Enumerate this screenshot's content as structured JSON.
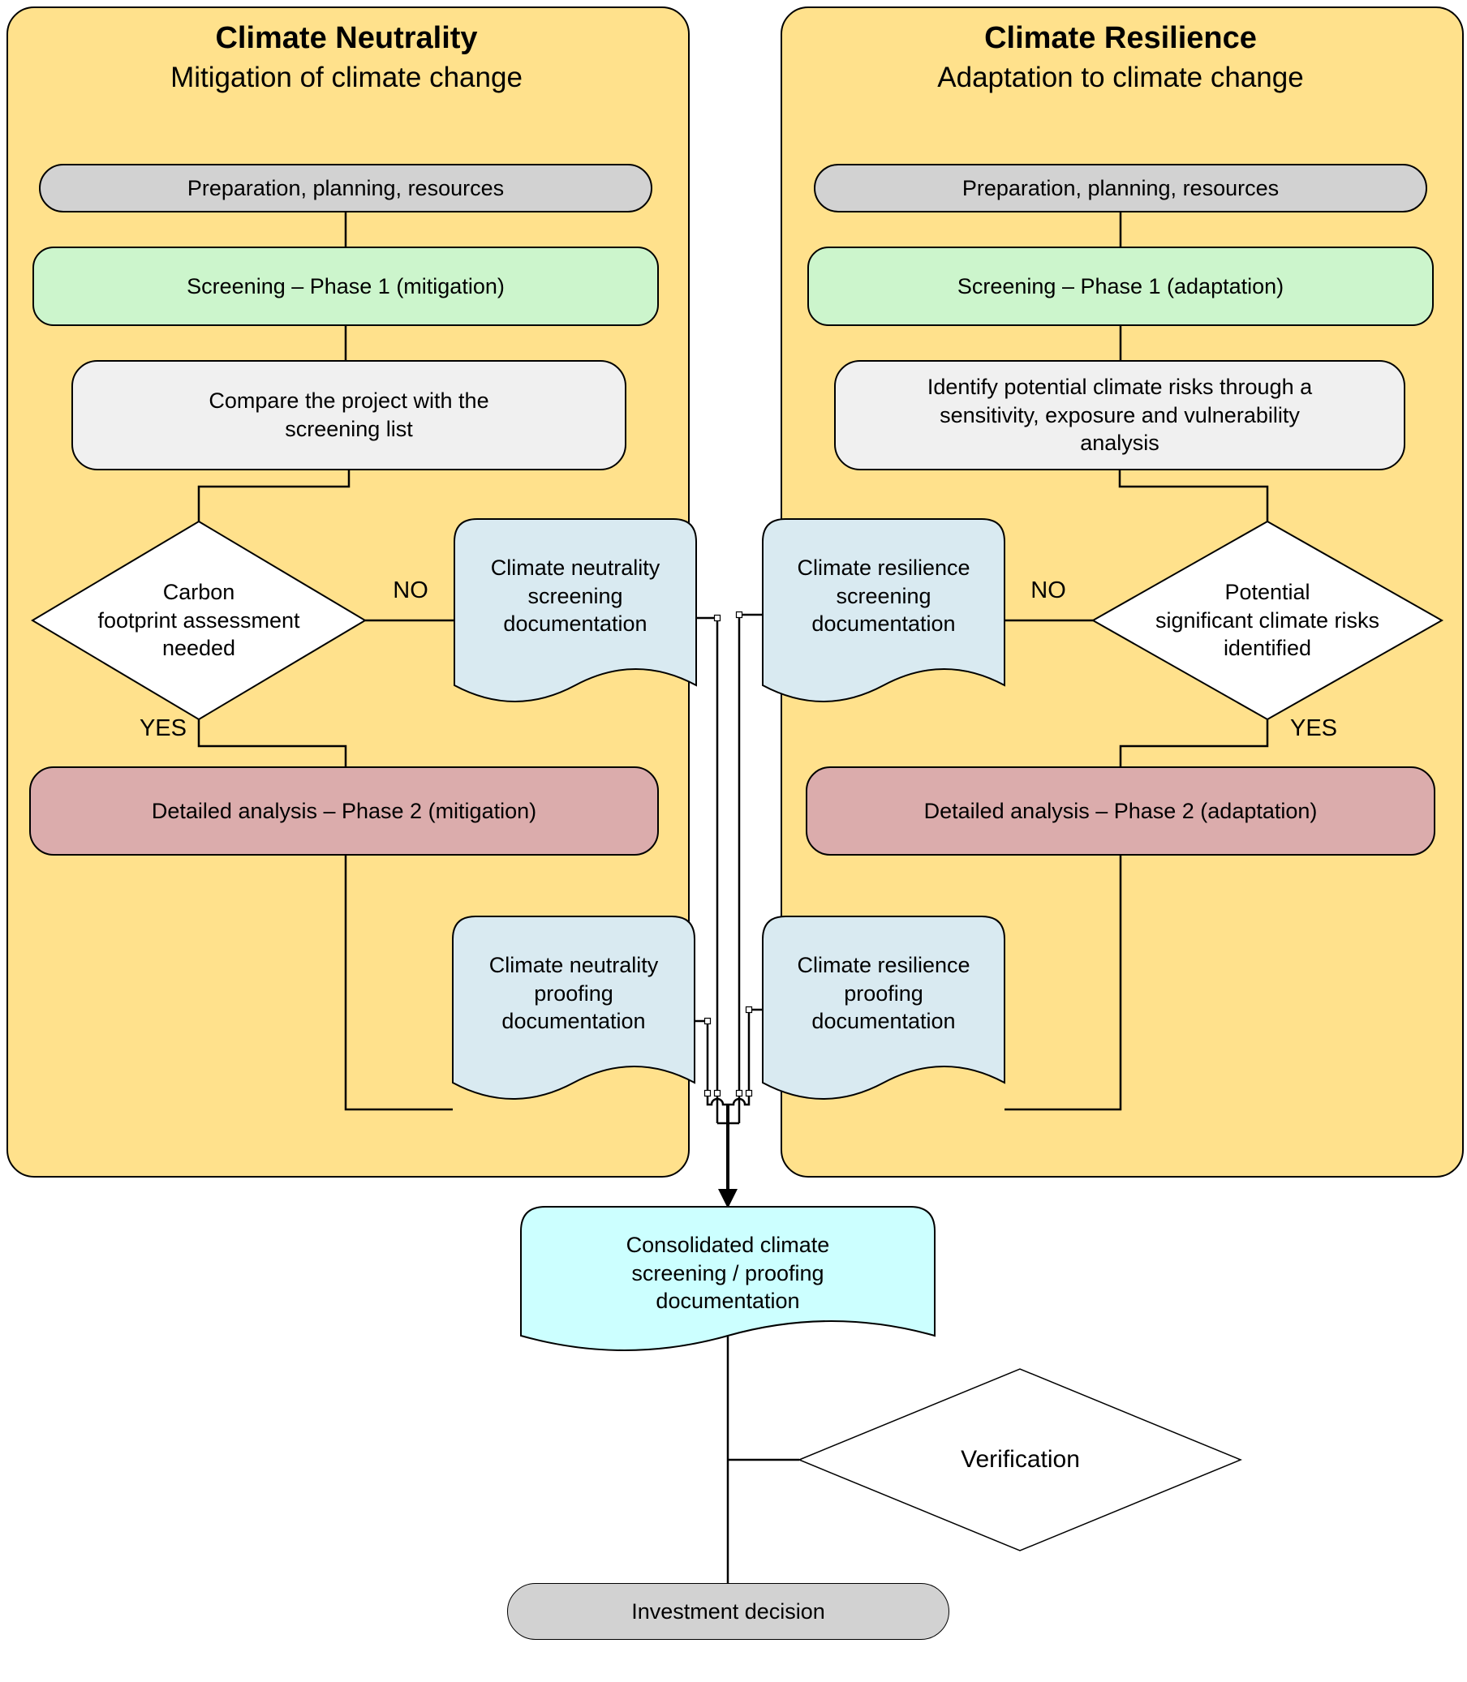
{
  "panels": {
    "left": {
      "title": "Climate Neutrality",
      "subtitle": "Mitigation of climate change",
      "prep": "Preparation, planning, resources",
      "screening": "Screening – Phase 1 (mitigation)",
      "step": "Compare the project with the\nscreening list",
      "decision": "Carbon\nfootprint assessment\nneeded",
      "no_label": "NO",
      "yes_label": "YES",
      "screening_doc": "Climate neutrality\nscreening\ndocumentation",
      "detailed": "Detailed analysis – Phase 2 (mitigation)",
      "proofing_doc": "Climate neutrality\nproofing\ndocumentation"
    },
    "right": {
      "title": "Climate Resilience",
      "subtitle": "Adaptation to climate change",
      "prep": "Preparation, planning, resources",
      "screening": "Screening – Phase 1 (adaptation)",
      "step": "Identify potential climate risks through a\nsensitivity, exposure and vulnerability\nanalysis",
      "decision": "Potential\nsignificant climate risks\nidentified",
      "no_label": "NO",
      "yes_label": "YES",
      "screening_doc": "Climate resilience\nscreening\ndocumentation",
      "detailed": "Detailed analysis – Phase 2 (adaptation)",
      "proofing_doc": "Climate resilience\nproofing\ndocumentation"
    }
  },
  "footer": {
    "consolidated_doc": "Consolidated climate\nscreening / proofing\ndocumentation",
    "verification": "Verification",
    "investment": "Investment decision"
  },
  "colors": {
    "panel_yellow": "#FFE18C",
    "pill_gray": "#D2D2D2",
    "screening_green": "#CCF5CC",
    "step_gray": "#F0F0F0",
    "detailed_pink": "#DBACAC",
    "doc_blue": "#D9EAF1",
    "doc_cyan": "#CCFFFF",
    "diamond_white": "#FFFFFF",
    "line_black": "#000000"
  }
}
